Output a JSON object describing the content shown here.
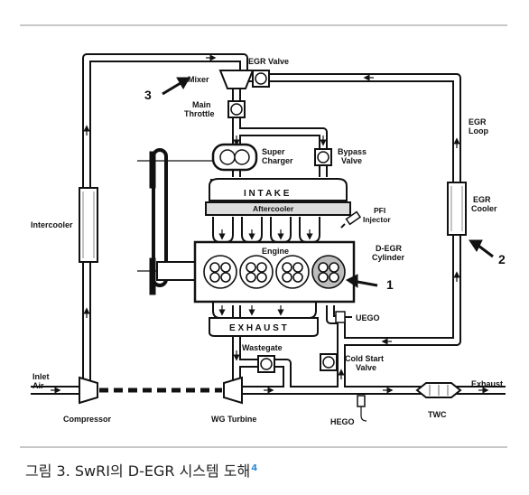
{
  "labels": {
    "egr_valve": "EGR Valve",
    "mixer": "Mixer",
    "main_throttle_1": "Main",
    "main_throttle_2": "Throttle",
    "egr_loop_1": "EGR",
    "egr_loop_2": "Loop",
    "super_charger_1": "Super",
    "super_charger_2": "Charger",
    "bypass_valve_1": "Bypass",
    "bypass_valve_2": "Valve",
    "intake": "I N T A K E",
    "aftercooler": "Aftercooler",
    "pfi_injector_1": "PFI",
    "pfi_injector_2": "Injector",
    "intercooler": "Intercooler",
    "egr_cooler_1": "EGR",
    "egr_cooler_2": "Cooler",
    "engine": "Engine",
    "degr_cylinder_1": "D-EGR",
    "degr_cylinder_2": "Cylinder",
    "exhaust_manifold": "E X H A U S T",
    "uego": "UEGO",
    "wastegate": "Wastegate",
    "cold_start_valve_1": "Cold Start",
    "cold_start_valve_2": "Valve",
    "inlet_air_1": "Inlet",
    "inlet_air_2": "Air",
    "exhaust_out": "Exhaust",
    "compressor": "Compressor",
    "wg_turbine": "WG Turbine",
    "hego": "HEGO",
    "twc": "TWC",
    "callout_1": "1",
    "callout_2": "2",
    "callout_3": "3"
  },
  "caption": {
    "text": "그림 3. SwRI의 D-EGR 시스템 도해",
    "ref": "4"
  }
}
